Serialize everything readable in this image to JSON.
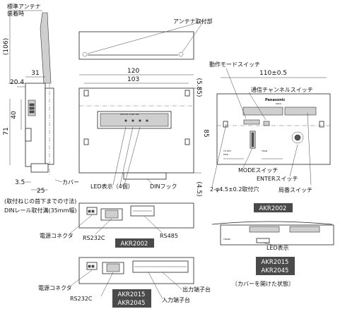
{
  "labels": {
    "antenna_note_1": "標準アンテナ",
    "antenna_note_2": "装着時",
    "antenna_mount": "アンテナ取付部",
    "mode_switch_top": "動作モードスイッチ",
    "comm_channel_switch": "通信チャンネルスイッチ",
    "cover": "カバー",
    "led_display_4": "LED表示（4個）",
    "din_hook": "DINフック",
    "mounting_holes": "2-φ4.5±0.2取付穴",
    "mode_switch": "MODEスイッチ",
    "enter_switch": "ENTERスイッチ",
    "station_switch": "局番スイッチ",
    "din_rail_note_1": "(取付ねじの首下までの寸法)",
    "din_rail_note_2": "DINレール取付溝(35mm幅)",
    "power_connector_1": "電源コネクタ",
    "rs232c_1": "RS232C",
    "rs485": "RS485",
    "power_connector_2": "電源コネクタ",
    "rs232c_2": "RS232C",
    "output_terminal": "出力端子台",
    "input_terminal": "入力端子台",
    "led_display": "LED表示",
    "cover_open": "〔カバーを開けた状態〕",
    "brand": "Panasonic",
    "model_small": "KR20"
  },
  "models": {
    "akr2002_right": "AKR2002",
    "akr2002_mid": "AKR2002",
    "akr2015_right": "AKR2015",
    "akr2045_right": "AKR2045",
    "akr2015_mid": "AKR2015",
    "akr2045_mid": "AKR2045"
  },
  "dimensions": {
    "d106": "(106)",
    "d31": "31",
    "d20_4": "20.4",
    "d40": "40",
    "d71": "71",
    "d3_5": "3.5",
    "d25": "25",
    "d120": "120",
    "d103": "103",
    "d5_85": "(5.85)",
    "d85": "85",
    "d4_5": "(4.5)",
    "d110": "110±0.5"
  },
  "colors": {
    "badge": "#4a4a4a",
    "line": "#222222"
  }
}
